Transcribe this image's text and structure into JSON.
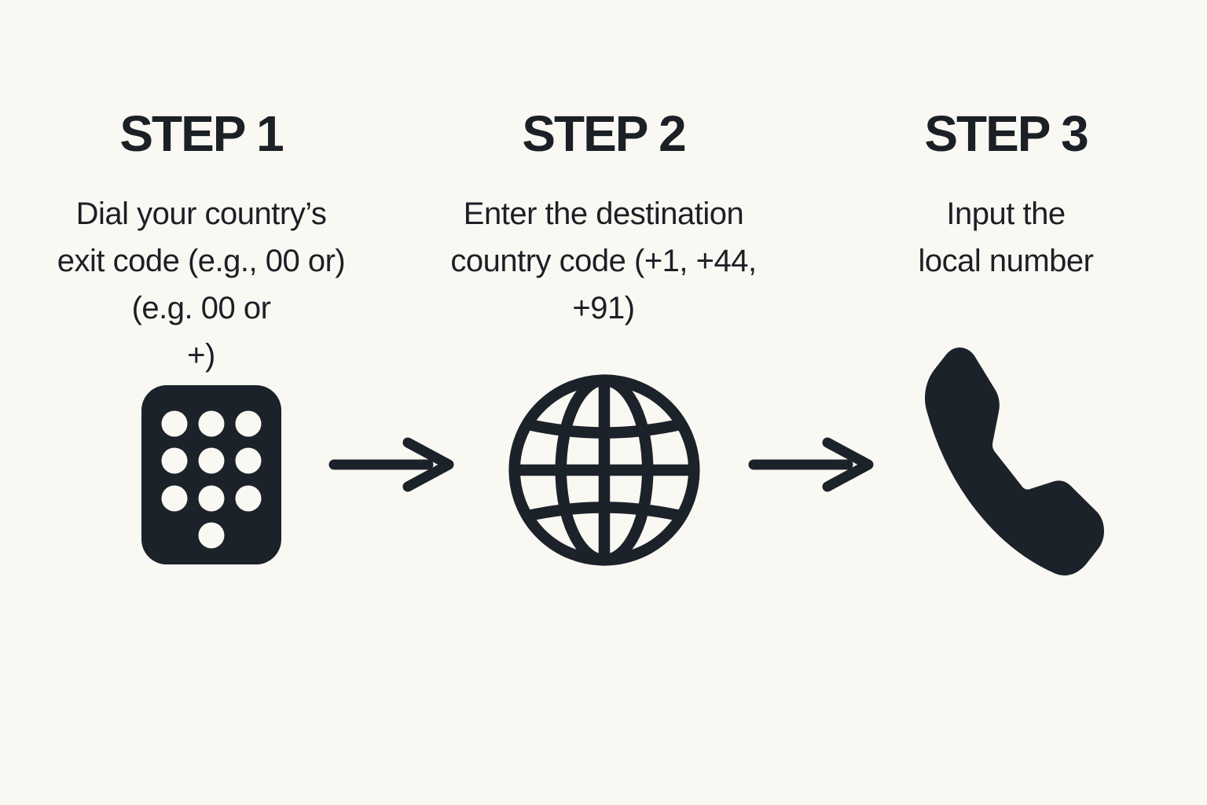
{
  "canvas": {
    "background": "#FAF8F2",
    "ink": "#1C222A",
    "text": "#1B2026"
  },
  "steps": [
    {
      "title": "STEP 1",
      "lines": [
        "Dial your country’s",
        "exit code (e.g., 00 or)",
        "(e.g. 00 or",
        "+)"
      ],
      "icon": "keypad-icon"
    },
    {
      "title": "STEP 2",
      "lines": [
        "Enter the destination",
        "country code (+1, +44,",
        "+91)"
      ],
      "icon": "globe-icon"
    },
    {
      "title": "STEP 3",
      "lines": [
        "Input the",
        "local number"
      ],
      "icon": "phone-icon"
    }
  ]
}
